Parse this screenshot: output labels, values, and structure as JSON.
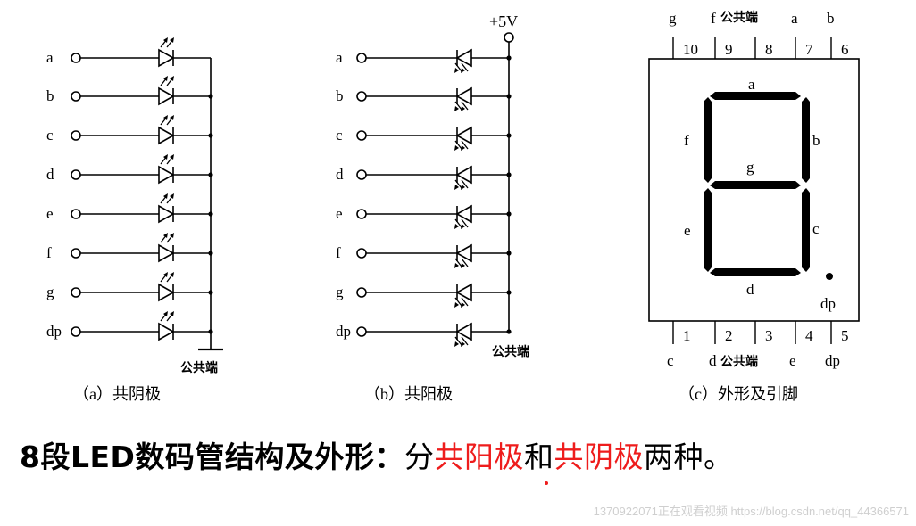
{
  "panel_a": {
    "pins": [
      "a",
      "b",
      "c",
      "d",
      "e",
      "f",
      "g",
      "dp"
    ],
    "common_label": "公共端",
    "caption": "（a）共阴极"
  },
  "panel_b": {
    "pins": [
      "a",
      "b",
      "c",
      "d",
      "e",
      "f",
      "g",
      "dp"
    ],
    "supply_label": "+5V",
    "common_label": "公共端",
    "caption": "（b）共阳极"
  },
  "panel_c": {
    "top_pins": [
      {
        "letter": "g",
        "number": "10"
      },
      {
        "letter": "f",
        "number": "9"
      },
      {
        "letter": "公共端",
        "number": "8"
      },
      {
        "letter": "a",
        "number": "7"
      },
      {
        "letter": "b",
        "number": "6"
      }
    ],
    "bottom_pins": [
      {
        "letter": "c",
        "number": "1"
      },
      {
        "letter": "d",
        "number": "2"
      },
      {
        "letter": "公共端",
        "number": "3"
      },
      {
        "letter": "e",
        "number": "4"
      },
      {
        "letter": "dp",
        "number": "5"
      }
    ],
    "segments": {
      "a": "a",
      "b": "b",
      "c": "c",
      "d": "d",
      "e": "e",
      "f": "f",
      "g": "g",
      "dp": "dp"
    },
    "caption": "（c）外形及引脚"
  },
  "headline": {
    "part1": "8段LED数码管结构及外形：",
    "part2": "分",
    "part3": "共阳极",
    "part4": "和",
    "part5": "共阴极",
    "part6": "两种。"
  },
  "watermark": "1370922071正在观看视频 https://blog.csdn.net/qq_44366571",
  "colors": {
    "accent": "#ee1c1c",
    "line": "#000000"
  }
}
